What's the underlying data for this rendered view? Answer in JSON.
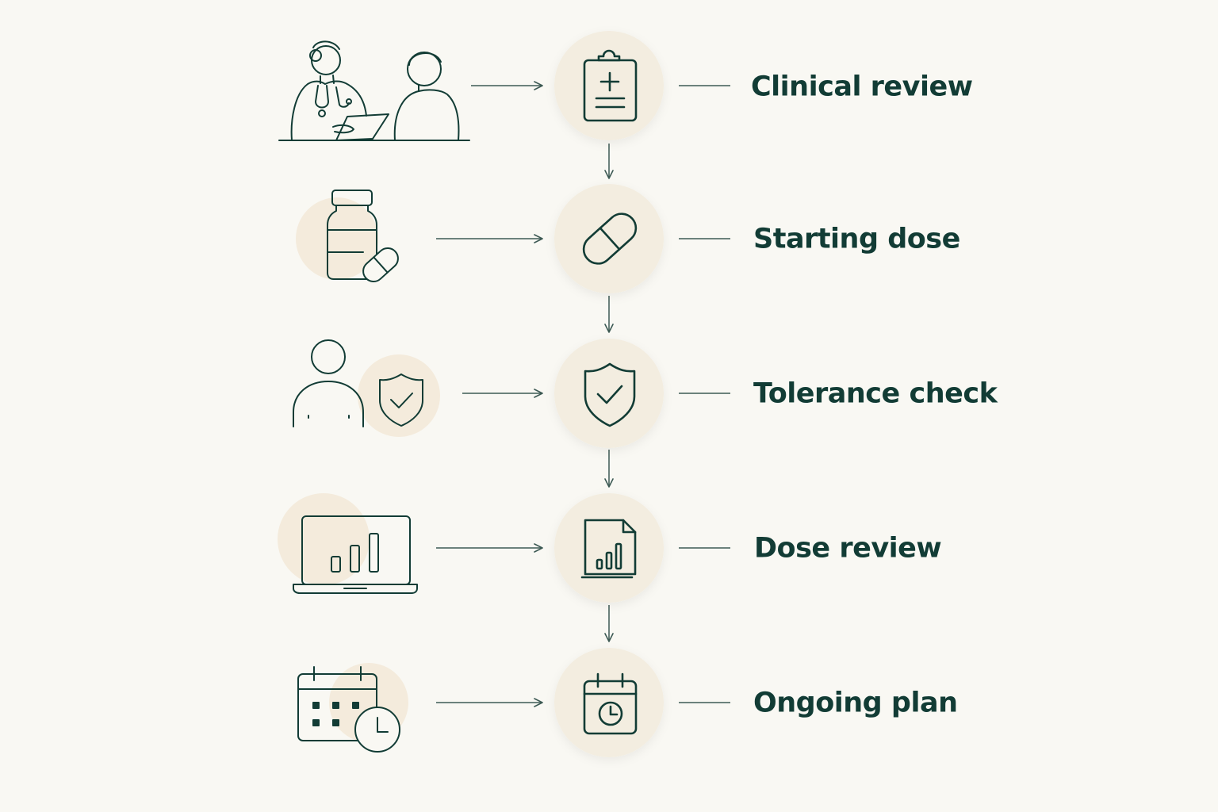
{
  "colors": {
    "background": "#f9f8f3",
    "ink": "#123c35",
    "connector": "#3d5a54",
    "circle_fill": "#f3ede0",
    "accent_blob": "#f4ebdc"
  },
  "steps": [
    {
      "label": "Clinical review",
      "illustration": "doctor-patient-consultation-icon",
      "icon": "clipboard-medical-icon"
    },
    {
      "label": "Starting dose",
      "illustration": "medicine-bottle-pill-icon",
      "icon": "capsule-icon"
    },
    {
      "label": "Tolerance check",
      "illustration": "person-shield-icon",
      "icon": "shield-check-icon"
    },
    {
      "label": "Dose review",
      "illustration": "laptop-bar-chart-icon",
      "icon": "document-chart-icon"
    },
    {
      "label": "Ongoing plan",
      "illustration": "calendar-clock-icon",
      "icon": "calendar-clock-icon"
    }
  ]
}
